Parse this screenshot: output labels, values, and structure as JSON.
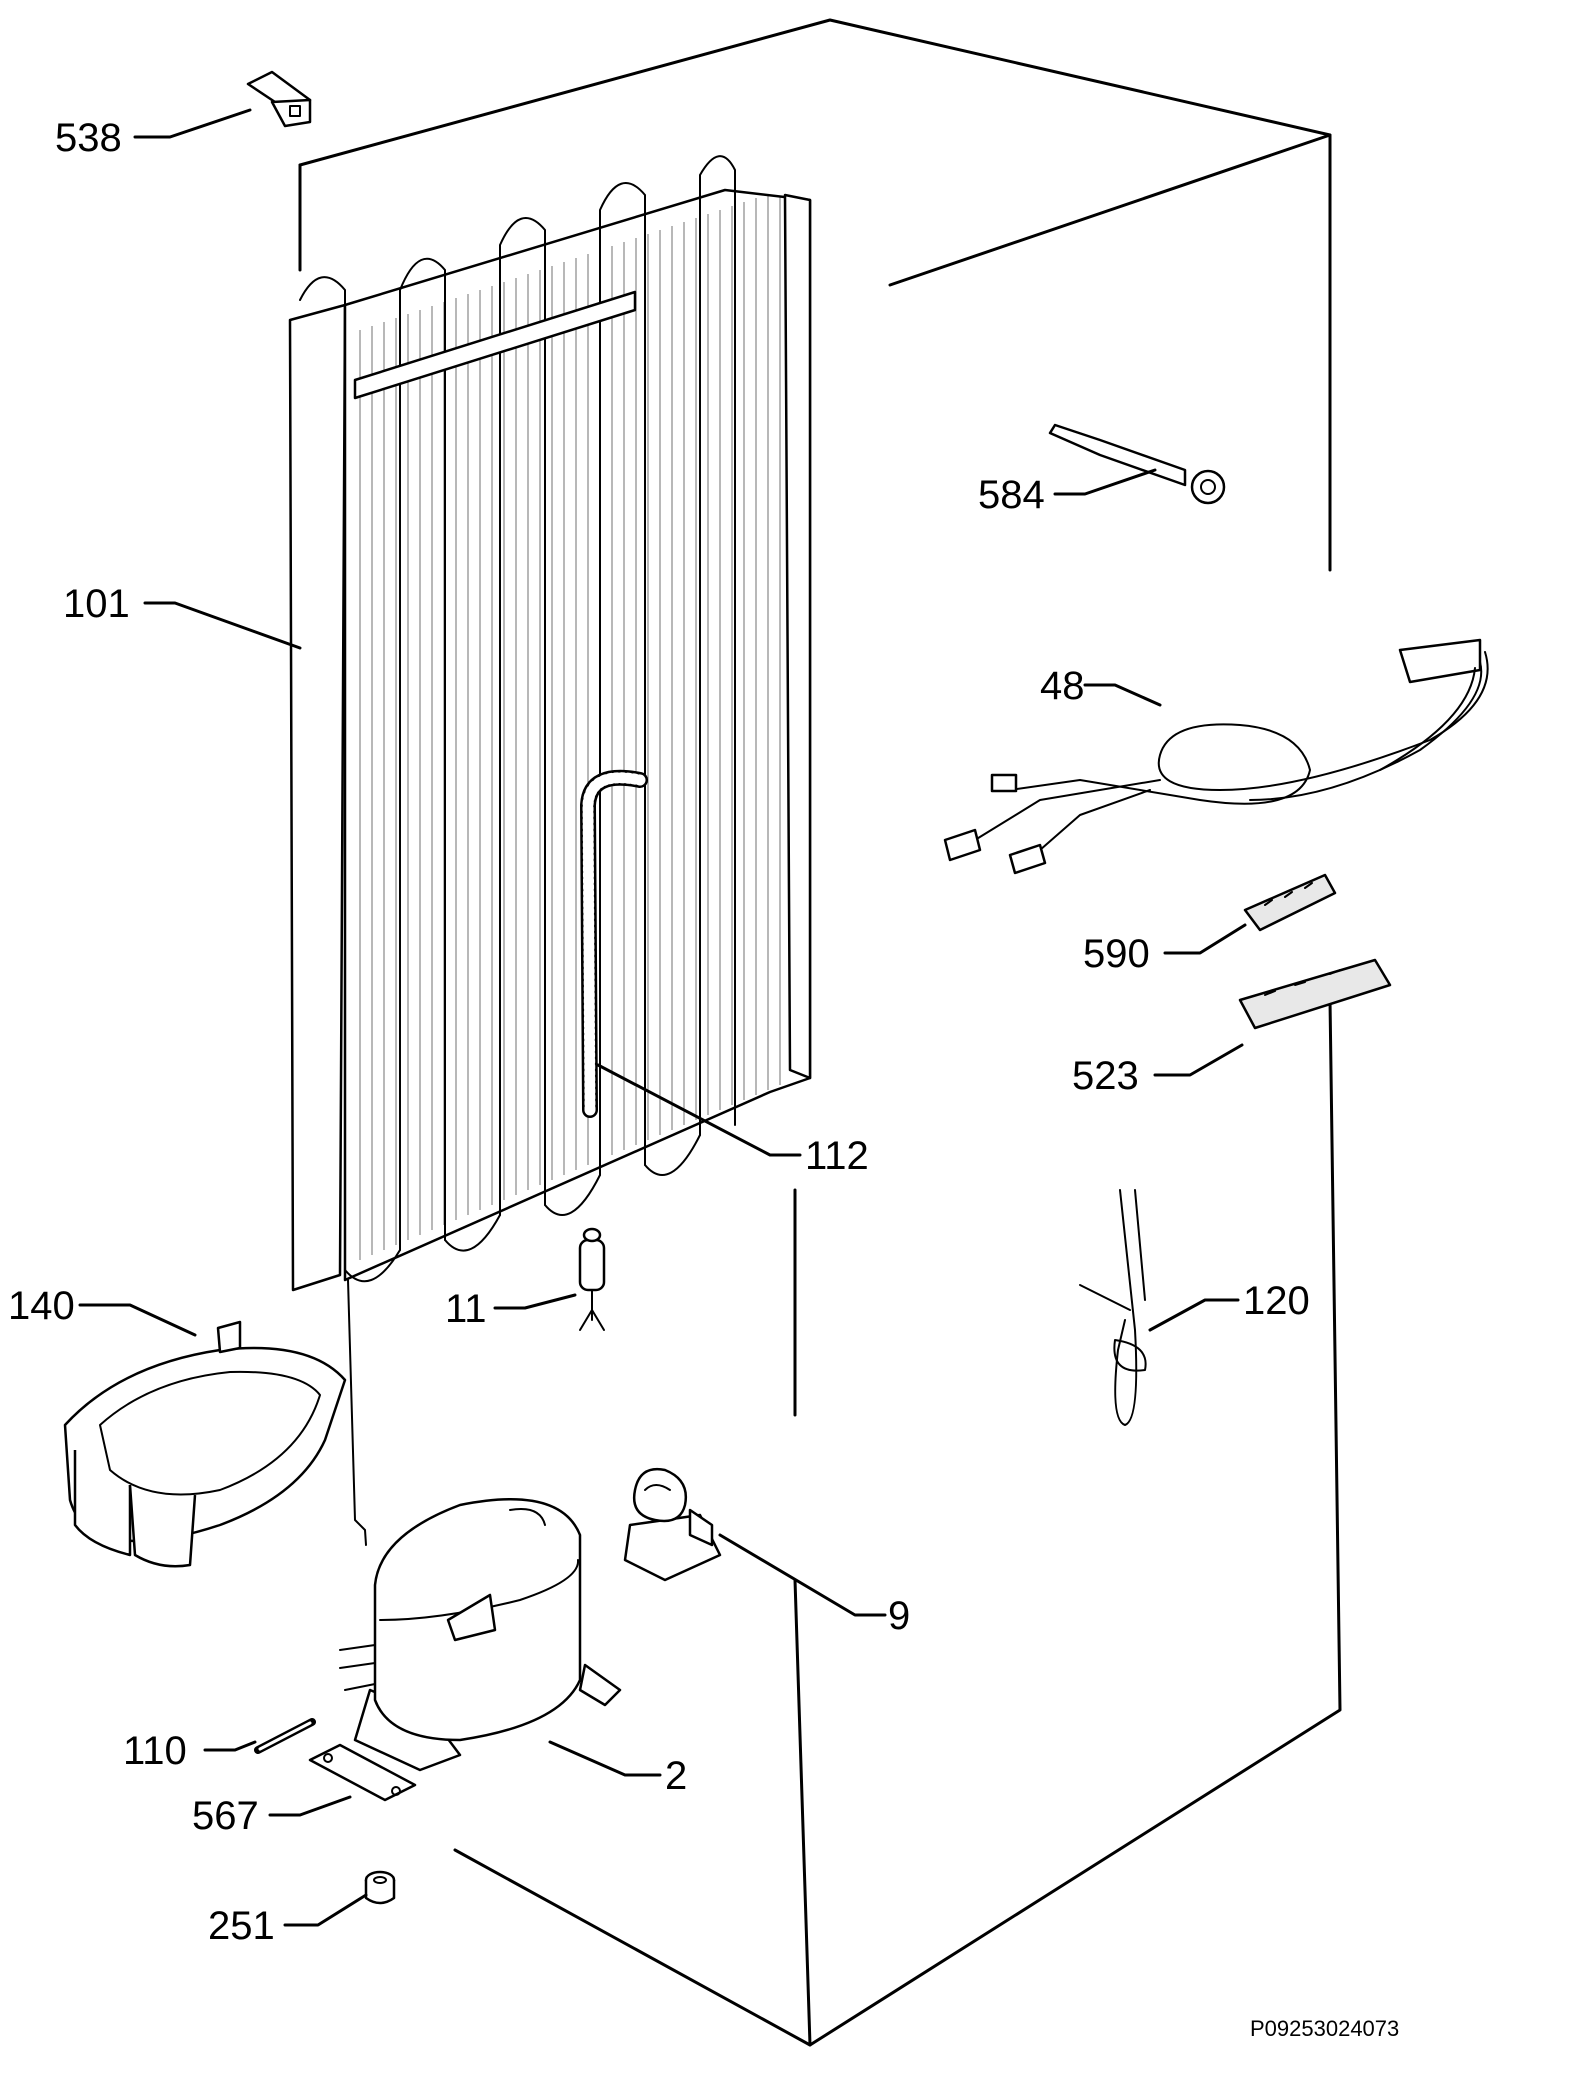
{
  "diagram": {
    "reference_code": "P09253024073",
    "callouts": [
      {
        "id": "538"
      },
      {
        "id": "101"
      },
      {
        "id": "584"
      },
      {
        "id": "48"
      },
      {
        "id": "590"
      },
      {
        "id": "523"
      },
      {
        "id": "112"
      },
      {
        "id": "140"
      },
      {
        "id": "11"
      },
      {
        "id": "120"
      },
      {
        "id": "9"
      },
      {
        "id": "110"
      },
      {
        "id": "2"
      },
      {
        "id": "567"
      },
      {
        "id": "251"
      }
    ]
  }
}
